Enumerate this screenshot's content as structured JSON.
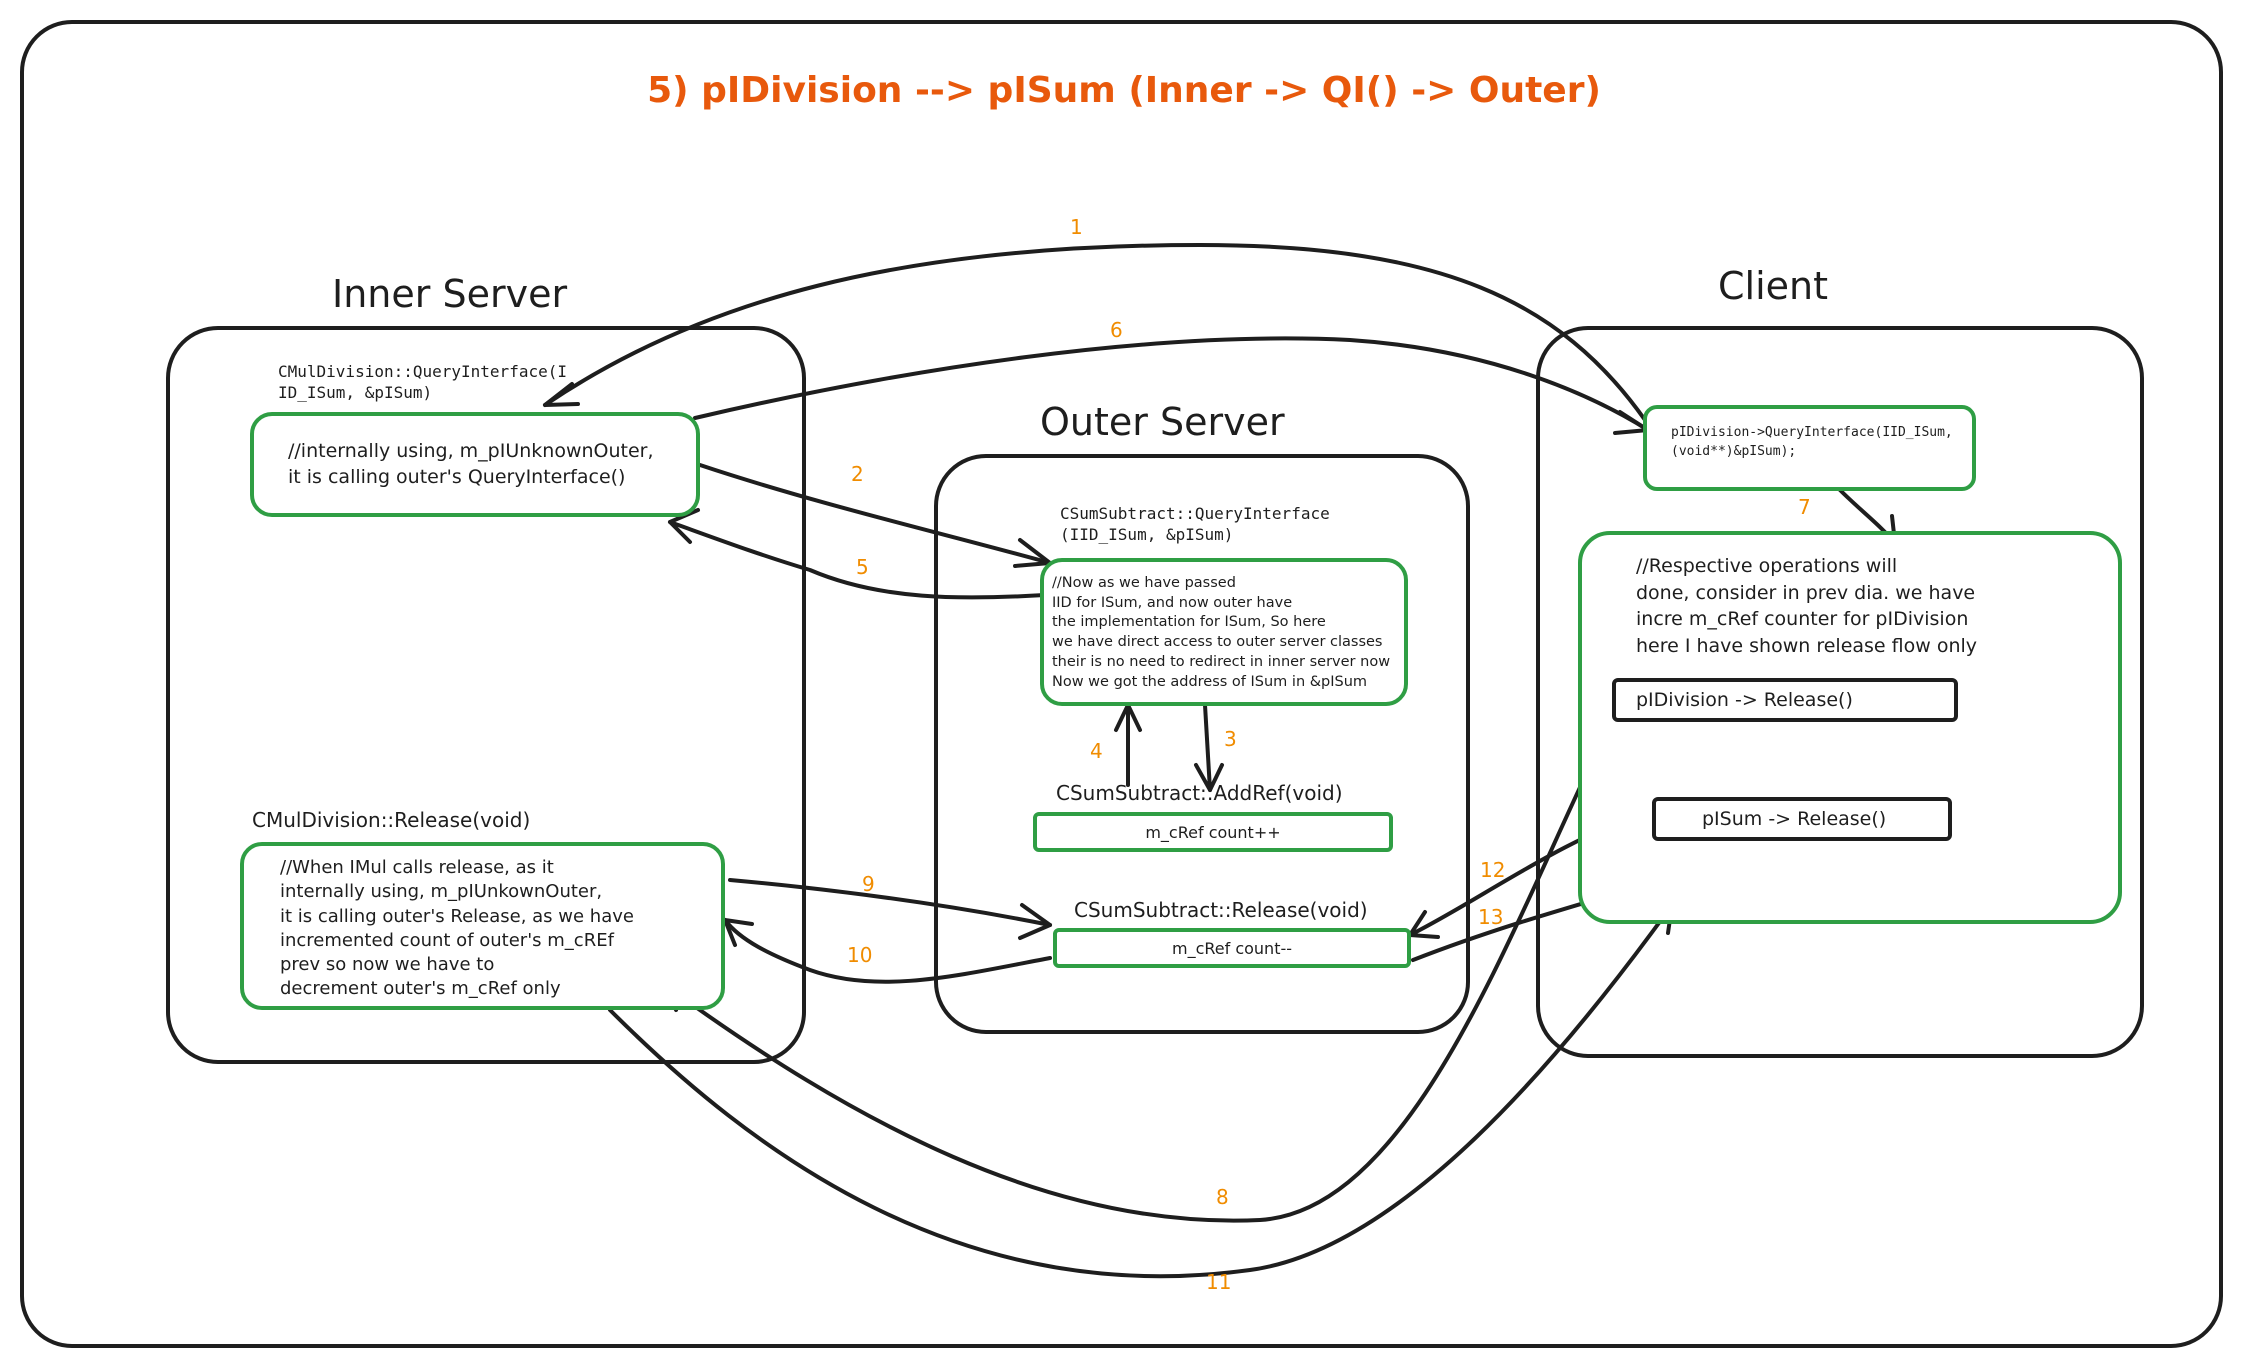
{
  "title": "5) pIDivision --> pISum (Inner -> QI() -> Outer)",
  "colors": {
    "accent_title": "#e8590c",
    "box_border": "#2f9e44",
    "step_number": "#f08c00",
    "ink": "#1e1e1e"
  },
  "inner_server": {
    "title": "Inner Server",
    "qi_caption": "CMulDivision::QueryInterface(I\nID_ISum, &pISum)",
    "qi_text": "//internally using, m_pIUnknownOuter,\nit is calling outer's QueryInterface()",
    "release_caption": "CMulDivision::Release(void)",
    "release_text": "//When IMul calls release, as it\ninternally using, m_pIUnkownOuter,\nit is calling outer's Release, as we have\nincremented count of outer's m_cREf\nprev so now we have to\ndecrement outer's m_cRef only"
  },
  "outer_server": {
    "title": "Outer Server",
    "qi_caption": "CSumSubtract::QueryInterface\n(IID_ISum, &pISum)",
    "qi_text": "//Now as we have passed\nIID for ISum, and now outer have\nthe implementation for ISum, So here\nwe have direct access to outer server classes\ntheir is no need to redirect in inner server now\nNow we got the address of ISum in &pISum",
    "addref_caption": "CSumSubtract::AddRef(void)",
    "addref_text": "m_cRef count++",
    "release_caption": "CSumSubtract::Release(void)",
    "release_text": "m_cRef count--"
  },
  "client": {
    "title": "Client",
    "qi_text": "pIDivision->QueryInterface(IID_ISum,\n(void**)&pISum);",
    "note_text": "//Respective operations will\ndone, consider in prev dia. we have\nincre m_cRef counter for pIDivision\nhere I have shown release flow only",
    "release_division": "pIDivision -> Release()",
    "release_sum": "pISum -> Release()"
  },
  "steps": [
    "1",
    "2",
    "3",
    "4",
    "5",
    "6",
    "7",
    "8",
    "9",
    "10",
    "11",
    "12",
    "13"
  ]
}
